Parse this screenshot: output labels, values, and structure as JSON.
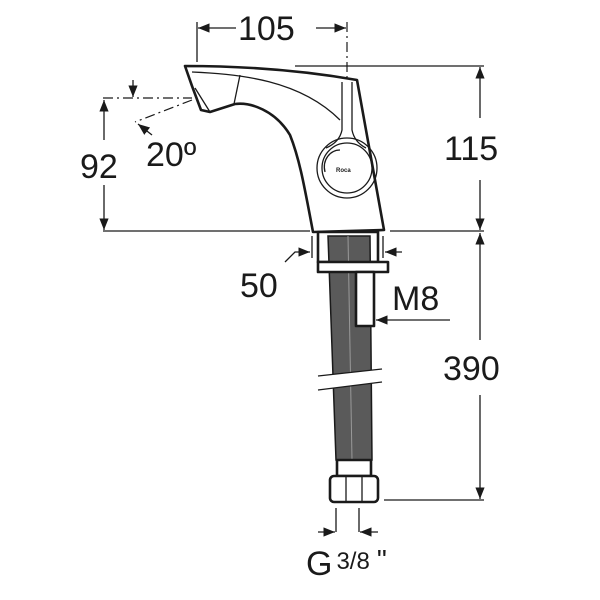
{
  "dimensions": {
    "spout_reach": "105",
    "body_height": "115",
    "spout_height": "92",
    "spout_angle": "20º",
    "base_diameter": "50",
    "stud_thread": "M8",
    "hose_length": "390",
    "connection_prefix": "G",
    "connection_size": "3/8",
    "connection_suffix": "\""
  },
  "logo_text": "Roca",
  "colors": {
    "line": "#1a1a1a",
    "hose": "#5a5a5a",
    "background": "#ffffff"
  }
}
